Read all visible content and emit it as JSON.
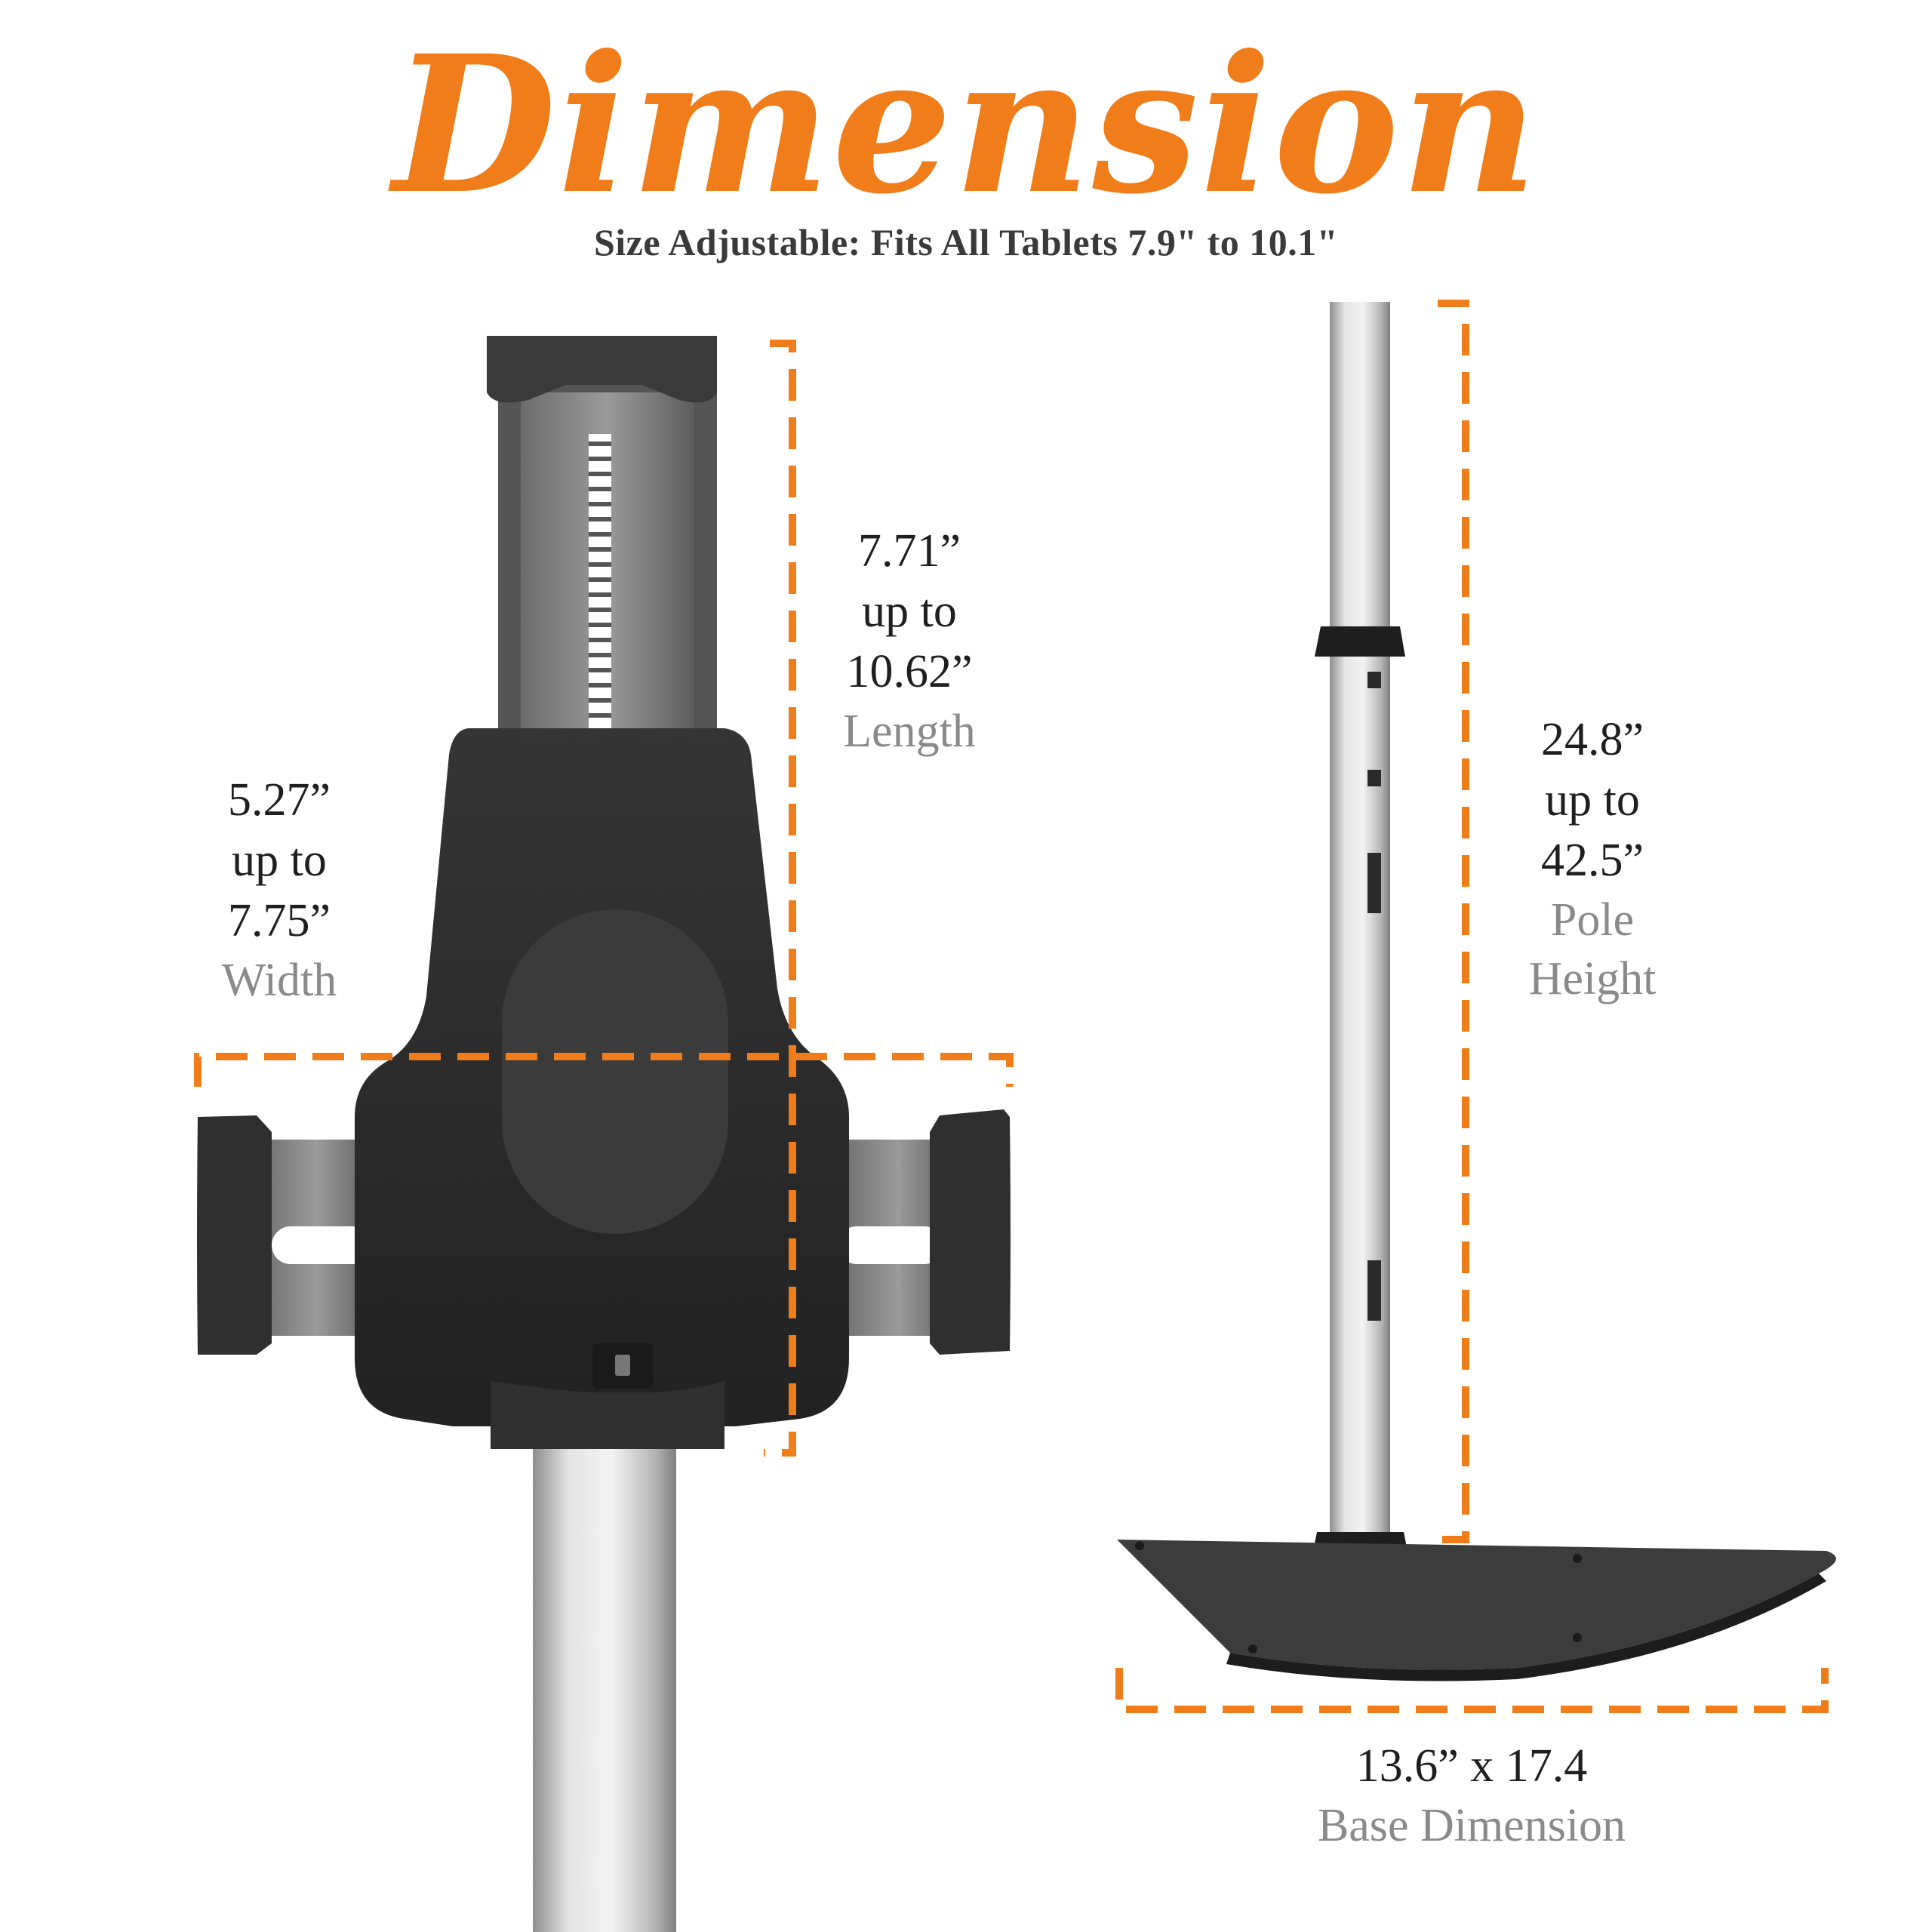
{
  "title": "Dimension",
  "subtitle": "Size Adjustable: Fits All Tablets 7.9\" to 10.1\"",
  "length": {
    "value": "7.71”",
    "mid": "up to",
    "value2": "10.62”",
    "label": "Length"
  },
  "width": {
    "value": "5.27”",
    "mid": "up to",
    "value2": "7.75”",
    "label": "Width"
  },
  "pole": {
    "value": "24.8”",
    "mid": "up to",
    "value2": "42.5”",
    "label1": "Pole",
    "label2": "Height"
  },
  "base": {
    "value": "13.6” x 17.4",
    "label": "Base Dimension"
  },
  "colors": {
    "accent": "#f07d1a",
    "holder": "#2b2b2b",
    "metal": "#c9c9c9"
  }
}
